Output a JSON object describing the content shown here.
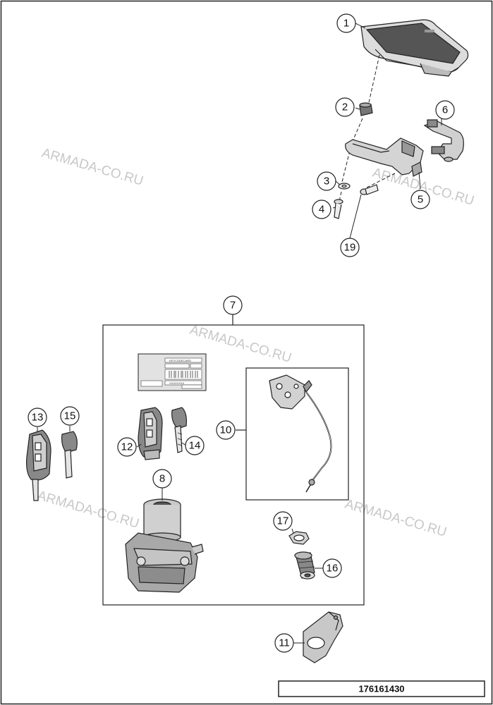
{
  "watermark": "ARMADA-CO.RU",
  "drawing_number": "176161430",
  "card_label": {
    "title": "KEYCODECARD",
    "code": "XXXXXXXX"
  },
  "callouts": [
    "1",
    "2",
    "3",
    "4",
    "5",
    "6",
    "7",
    "8",
    "10",
    "11",
    "12",
    "13",
    "14",
    "15",
    "16",
    "17",
    "19"
  ],
  "colors": {
    "line": "#222222",
    "part_fill": "#d9d9d9",
    "part_dark": "#9a9a9a",
    "watermark": "#c8c8c8"
  }
}
